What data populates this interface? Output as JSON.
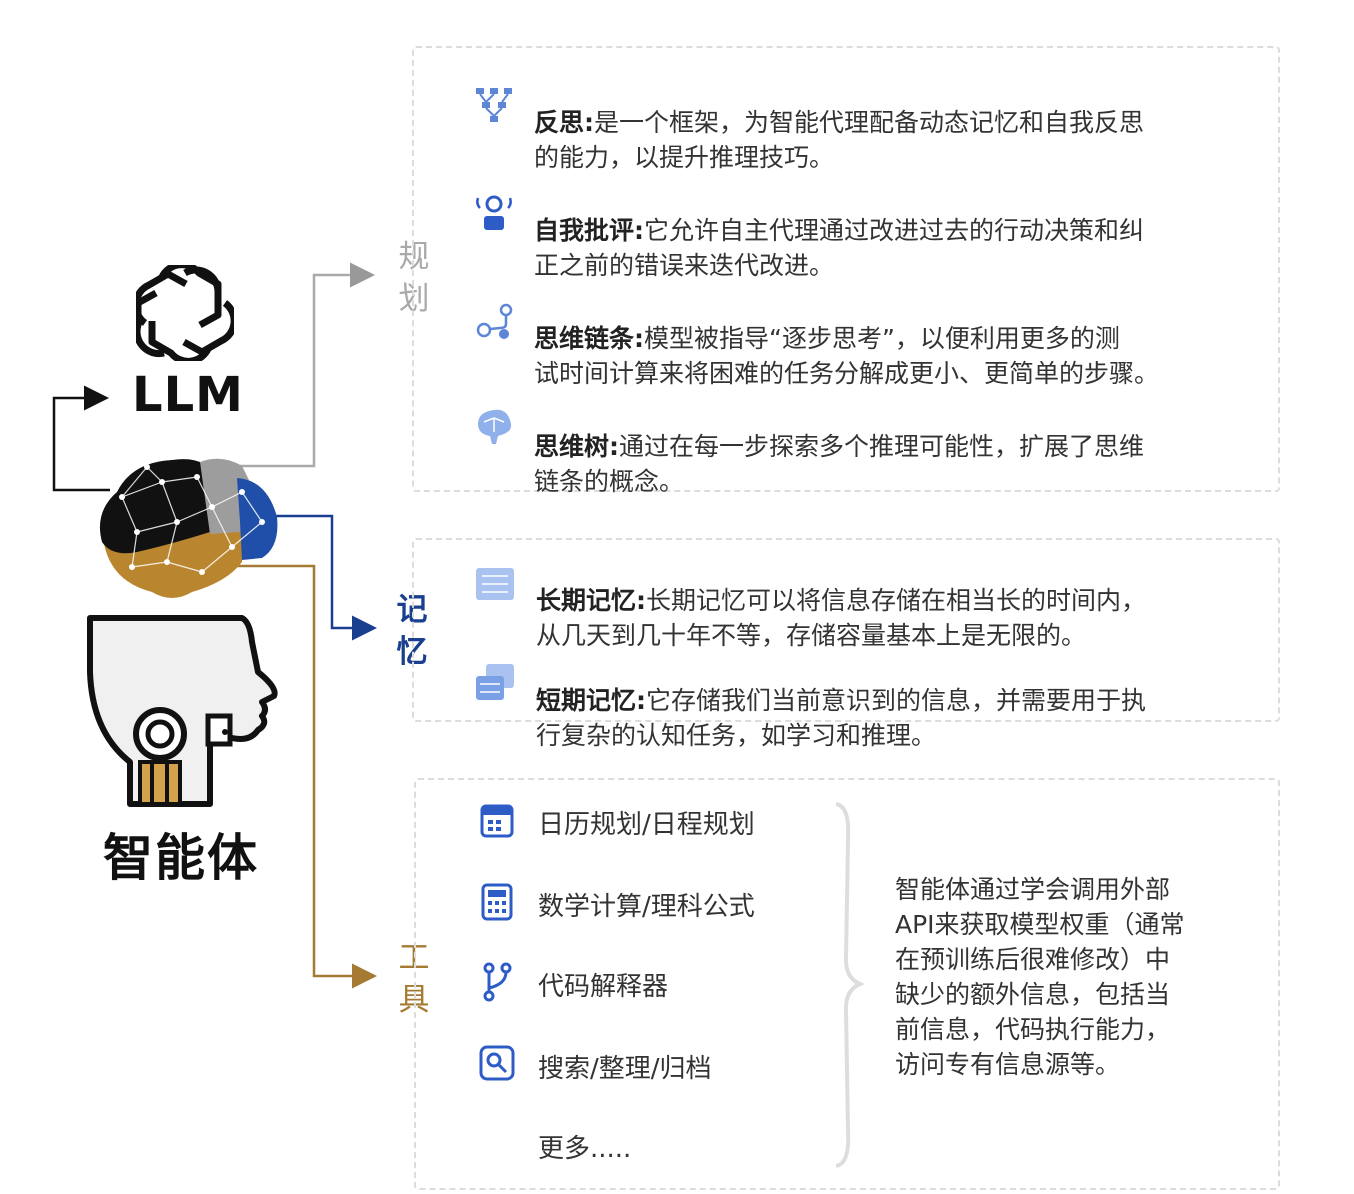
{
  "llm": {
    "label": "LLM"
  },
  "agent": {
    "label": "智能体"
  },
  "categories": {
    "planning": {
      "label": "规\n划",
      "color": "#aaaaaa"
    },
    "memory": {
      "label": "记\n忆",
      "color": "#1a3f8f"
    },
    "tools": {
      "label": "工\n具",
      "color": "#a57a33"
    }
  },
  "planning_items": [
    {
      "title": "反思:",
      "text": "是一个框架，为智能代理配备动态记忆和自我反思",
      "line2": "的能力，以提升推理技巧。",
      "icon": "reflection-icon"
    },
    {
      "title": "自我批评:",
      "text": "它允许自主代理通过改进过去的行动决策和纠",
      "line2": "正之前的错误来迭代改进。",
      "icon": "self-critique-icon"
    },
    {
      "title": "思维链条:",
      "text": "模型被指导“逐步思考”，以便利用更多的测",
      "line2": "试时间计算来将困难的任务分解成更小、更简单的步骤。",
      "icon": "chain-of-thought-icon"
    },
    {
      "title": "思维树:",
      "text": "通过在每一步探索多个推理可能性，扩展了思维",
      "line2": "链条的概念。",
      "icon": "tree-of-thought-icon"
    }
  ],
  "memory_items": [
    {
      "title": "长期记忆:",
      "text": "长期记忆可以将信息存储在相当长的时间内，",
      "line2": "从几天到几十年不等，存储容量基本上是无限的。",
      "icon": "long-term-memory-icon"
    },
    {
      "title": "短期记忆:",
      "text": "它存储我们当前意识到的信息，并需要用于执",
      "line2": "行复杂的认知任务，如学习和推理。",
      "icon": "short-term-memory-icon"
    }
  ],
  "tool_items": [
    {
      "label": "日历规划/日程规划",
      "icon": "calendar-icon"
    },
    {
      "label": "数学计算/理科公式",
      "icon": "calculator-icon"
    },
    {
      "label": "代码解释器",
      "icon": "code-branch-icon"
    },
    {
      "label": "搜索/整理/归档",
      "icon": "search-icon"
    },
    {
      "label": "更多.....",
      "icon": ""
    }
  ],
  "tools_description": "智能体通过学会调用外部\nAPI来获取模型权重（通常\n在预训练后很难修改）中\n缺少的额外信息，包括当\n前信息，代码执行能力，\n访问专有信息源等。"
}
